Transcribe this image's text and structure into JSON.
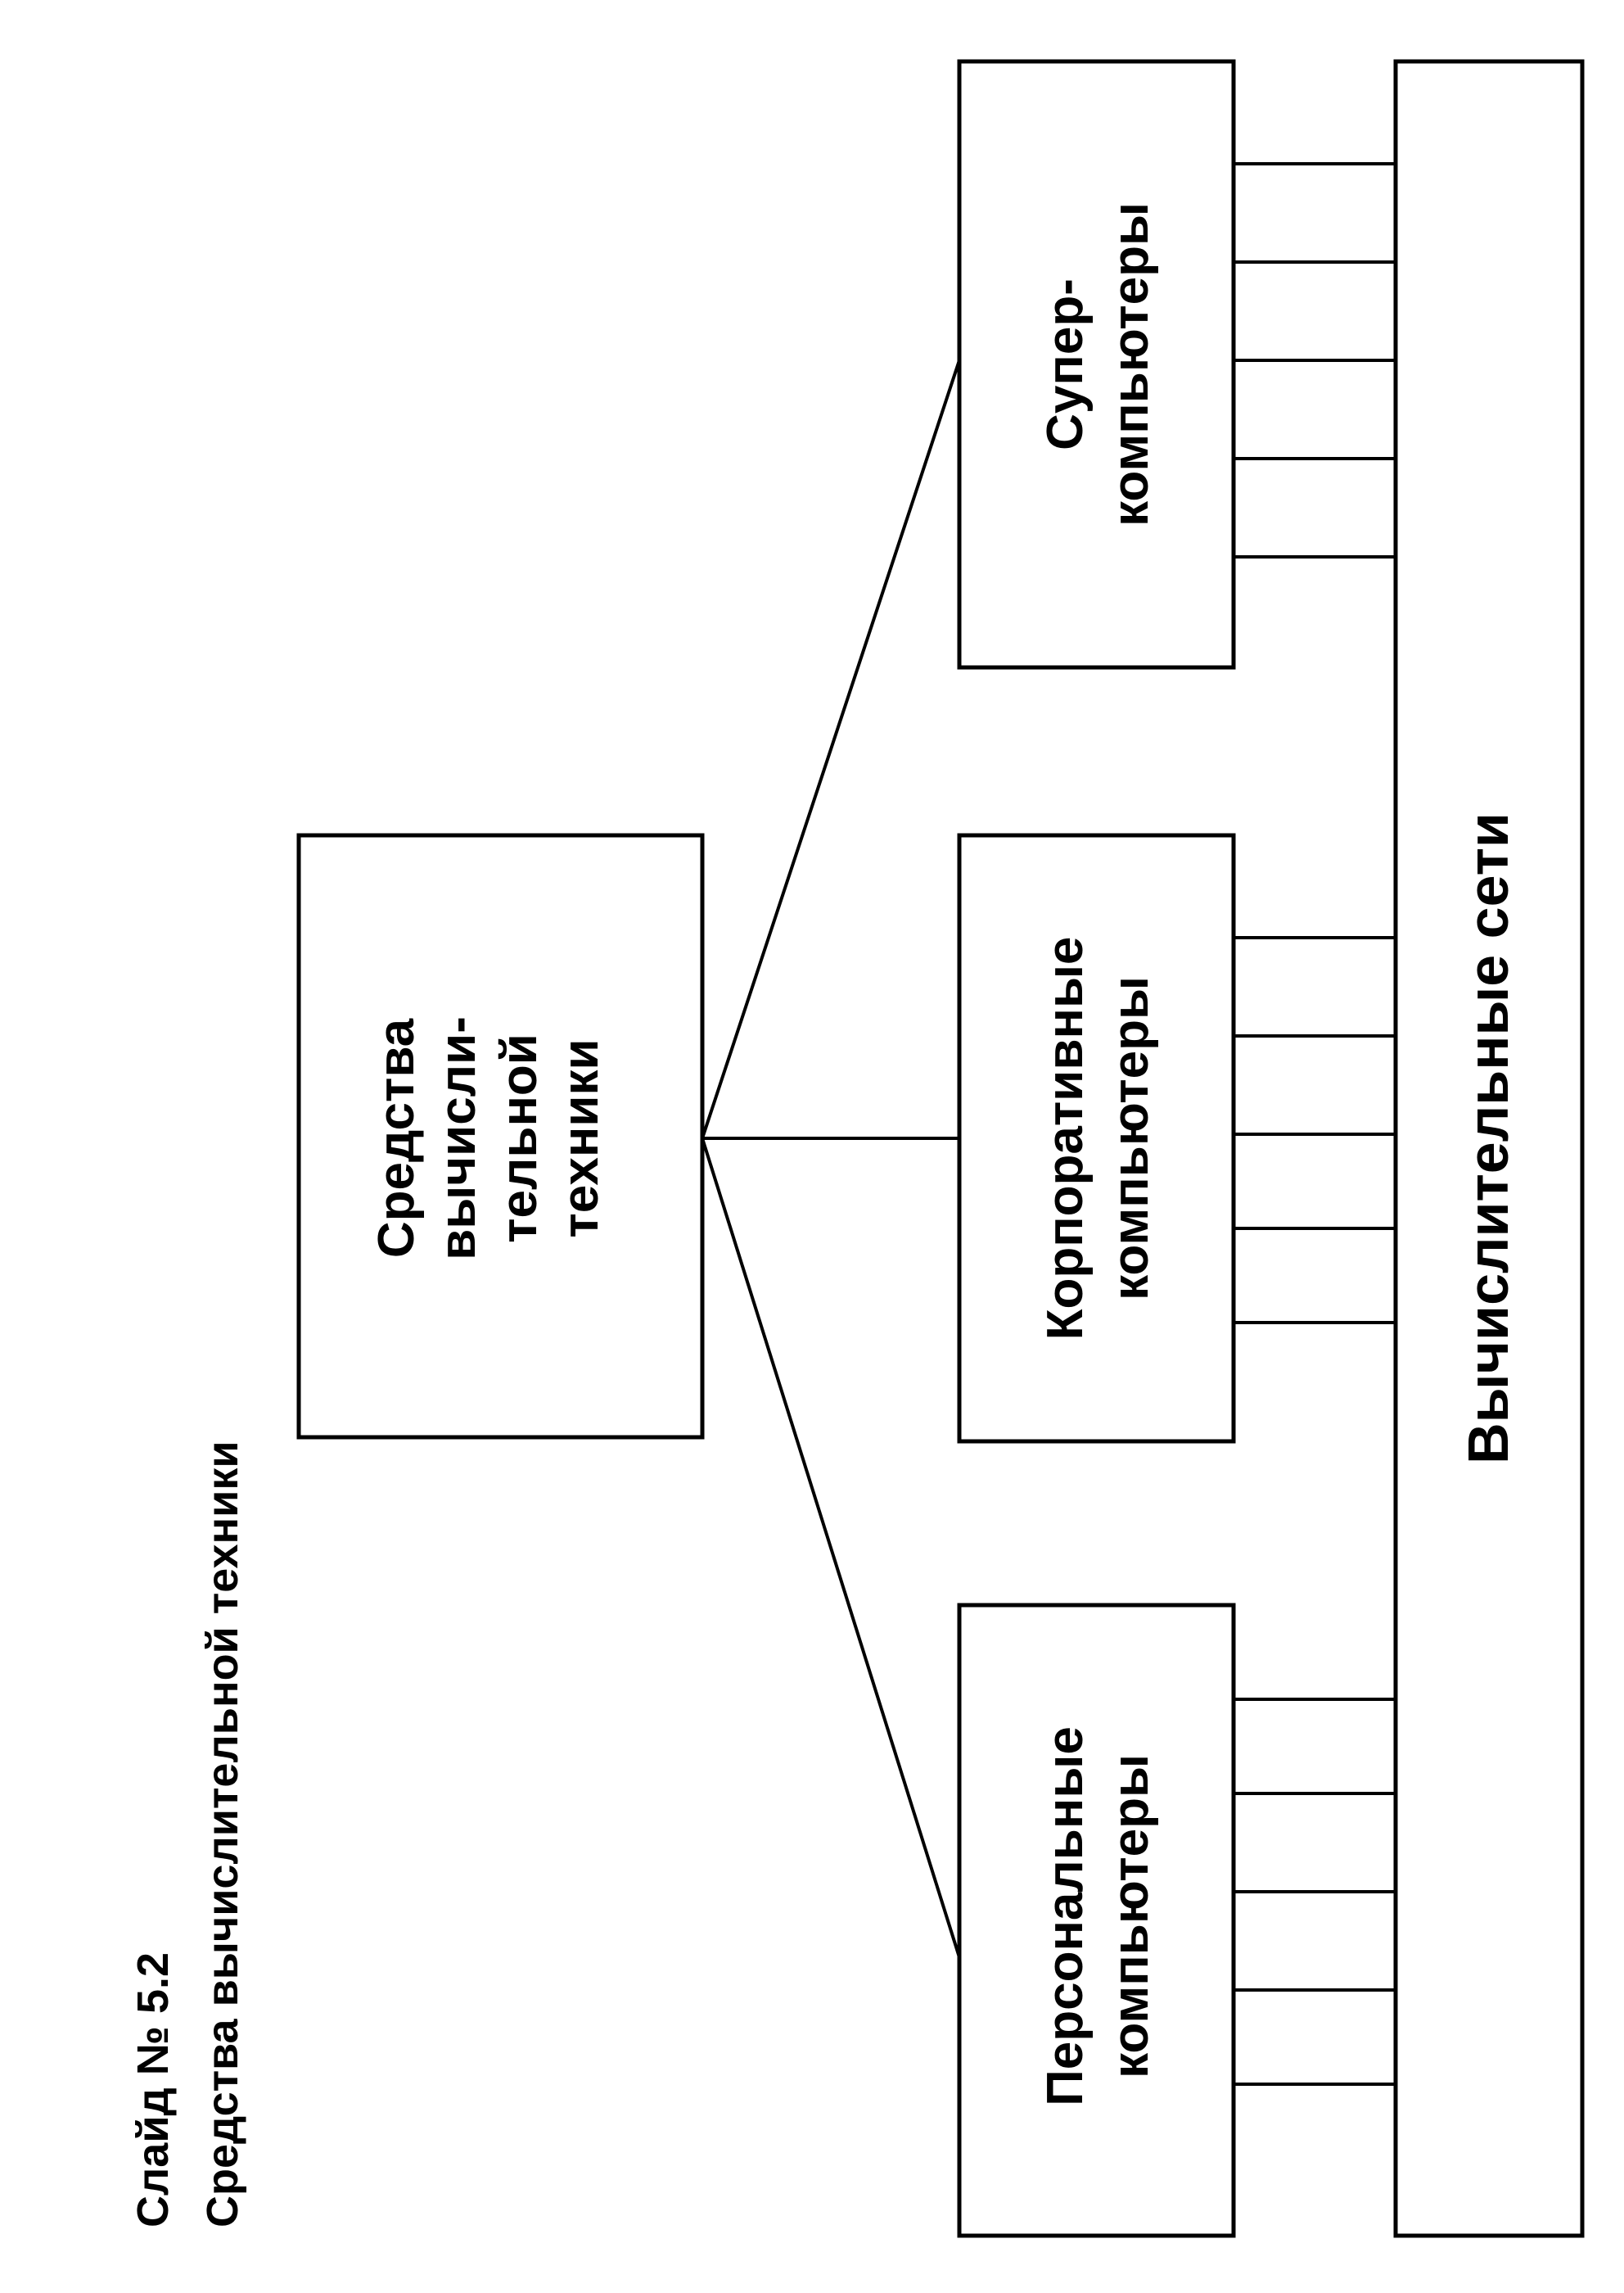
{
  "slide": {
    "number": "Слайд № 5.2",
    "title": "Средства вычислительной техники"
  },
  "root": {
    "lines": [
      "Средства",
      "вычисли-",
      "тельной",
      "техники"
    ]
  },
  "categories": [
    {
      "id": "personal",
      "lines": [
        "Персональные",
        "компьютеры"
      ]
    },
    {
      "id": "corporate",
      "lines": [
        "Корпоративные",
        "компьютеры"
      ]
    },
    {
      "id": "super",
      "lines": [
        "Супер-",
        "компьютеры"
      ]
    }
  ],
  "network": {
    "label": "Вычислительные сети"
  },
  "colors": {
    "stroke": "#000000",
    "background": "#ffffff"
  }
}
